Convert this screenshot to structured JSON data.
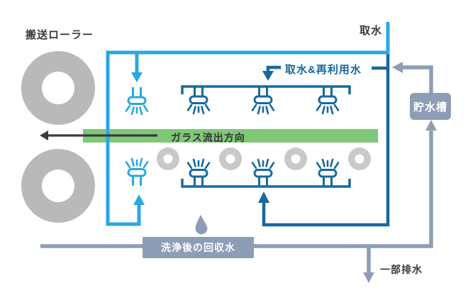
{
  "diagram": {
    "labels": {
      "transport_rollers": "搬送ローラー",
      "water_intake": "取水",
      "intake_and_reuse_water": "取水&再利用水",
      "glass_flow_direction": "ガラス流出方向",
      "storage_tank": "貯水槽",
      "recovered_water_after_washing": "洗浄後の回収水",
      "partial_drainage": "一部排水"
    },
    "colors": {
      "light_blue_pipe": "#29a8e0",
      "dark_blue_pipe": "#16699f",
      "gray_pipe_and_boxes": "#8d9db5",
      "roller_gray": "#b9b9b9",
      "small_roller_gray": "#c9c9c9",
      "flow_bar_green": "#7ec878",
      "text_dark": "#3b3b3b",
      "background": "#ffffff"
    },
    "icons": [
      "spray-nozzle-down-icon",
      "spray-nozzle-up-icon",
      "roller-icon",
      "small-roller-icon",
      "water-drop-icon",
      "arrow-left-icon",
      "arrow-up-icon",
      "arrow-down-icon"
    ]
  }
}
